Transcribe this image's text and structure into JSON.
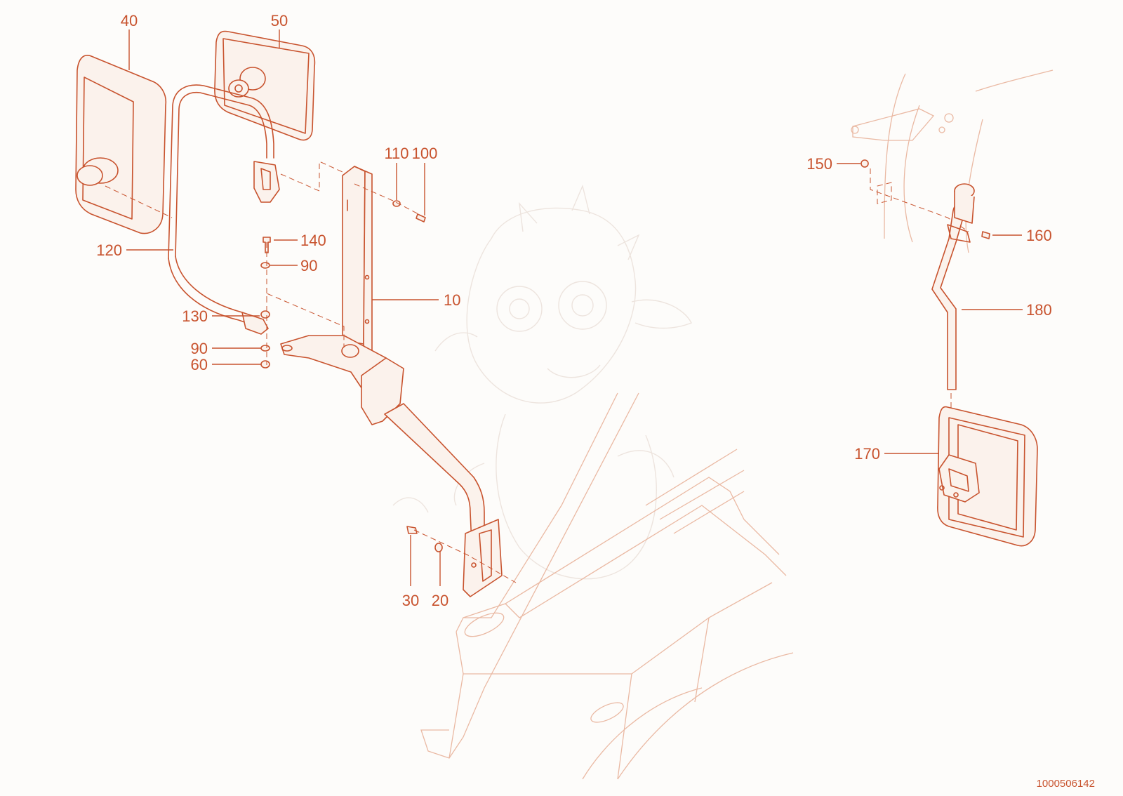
{
  "callouts": [
    {
      "id": "40",
      "text": "40"
    },
    {
      "id": "50",
      "text": "50"
    },
    {
      "id": "110",
      "text": "110"
    },
    {
      "id": "100",
      "text": "100"
    },
    {
      "id": "140",
      "text": "140"
    },
    {
      "id": "90a",
      "text": "90"
    },
    {
      "id": "120",
      "text": "120"
    },
    {
      "id": "10",
      "text": "10"
    },
    {
      "id": "130",
      "text": "130"
    },
    {
      "id": "90b",
      "text": "90"
    },
    {
      "id": "60",
      "text": "60"
    },
    {
      "id": "30",
      "text": "30"
    },
    {
      "id": "20",
      "text": "20"
    },
    {
      "id": "150",
      "text": "150"
    },
    {
      "id": "160",
      "text": "160"
    },
    {
      "id": "180",
      "text": "180"
    },
    {
      "id": "170",
      "text": "170"
    }
  ],
  "document_number": "1000506142",
  "colors": {
    "accent": "#c8532e",
    "background": "#fdfcfa",
    "faded": "#eab9a3"
  }
}
